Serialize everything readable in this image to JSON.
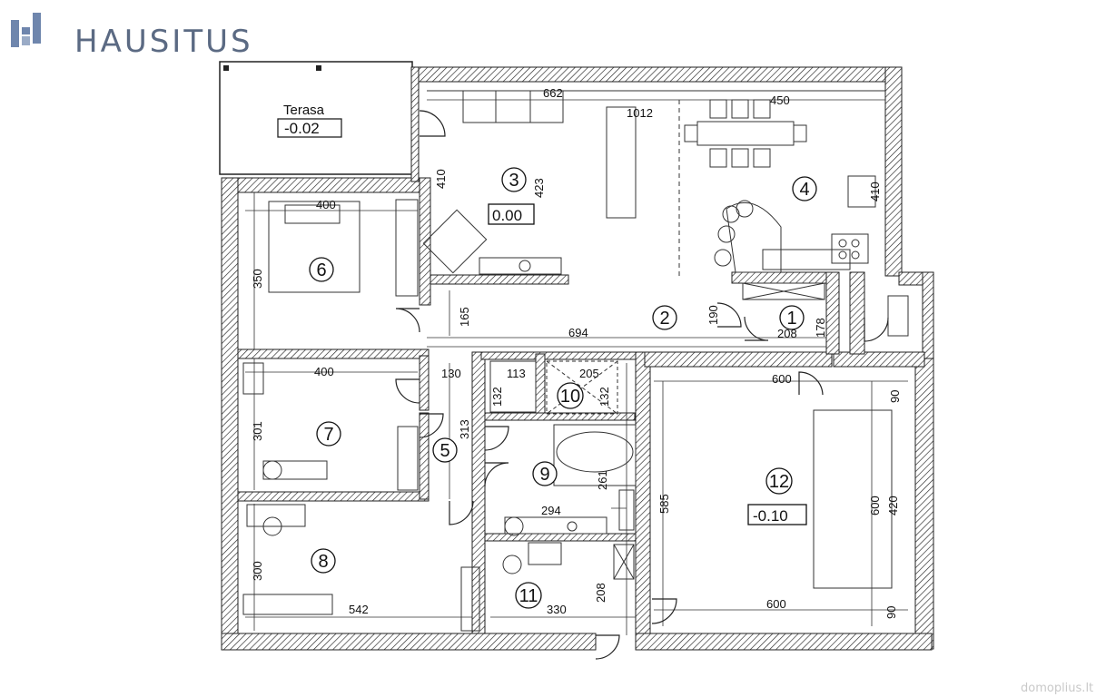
{
  "brand": {
    "name": "HAUSITUS",
    "color": "#5b6a83",
    "accent": "#6f86ad"
  },
  "watermark": "domoplius.lt",
  "terrace": {
    "label": "Terasa",
    "level": "-0.02"
  },
  "rooms": [
    {
      "num": "1"
    },
    {
      "num": "2"
    },
    {
      "num": "3",
      "level": "0.00"
    },
    {
      "num": "4"
    },
    {
      "num": "5"
    },
    {
      "num": "6"
    },
    {
      "num": "7"
    },
    {
      "num": "8"
    },
    {
      "num": "9"
    },
    {
      "num": "10"
    },
    {
      "num": "11"
    },
    {
      "num": "12",
      "level": "-0.10"
    }
  ],
  "dimensions": {
    "d662": "662",
    "d1012": "1012",
    "d450": "450",
    "d410a": "410",
    "d423": "423",
    "d410b": "410",
    "d400a": "400",
    "d350": "350",
    "d165": "165",
    "d694": "694",
    "d190": "190",
    "d208a": "208",
    "d178": "178",
    "d400b": "400",
    "d130": "130",
    "d113": "113",
    "d205": "205",
    "d132a": "132",
    "d132b": "132",
    "d600a": "600",
    "d90a": "90",
    "d301": "301",
    "d313": "313",
    "d261": "261",
    "d585": "585",
    "d600b": "600",
    "d420": "420",
    "d294": "294",
    "d300": "300",
    "d542": "542",
    "d330": "330",
    "d208b": "208",
    "d600c": "600",
    "d90b": "90"
  }
}
